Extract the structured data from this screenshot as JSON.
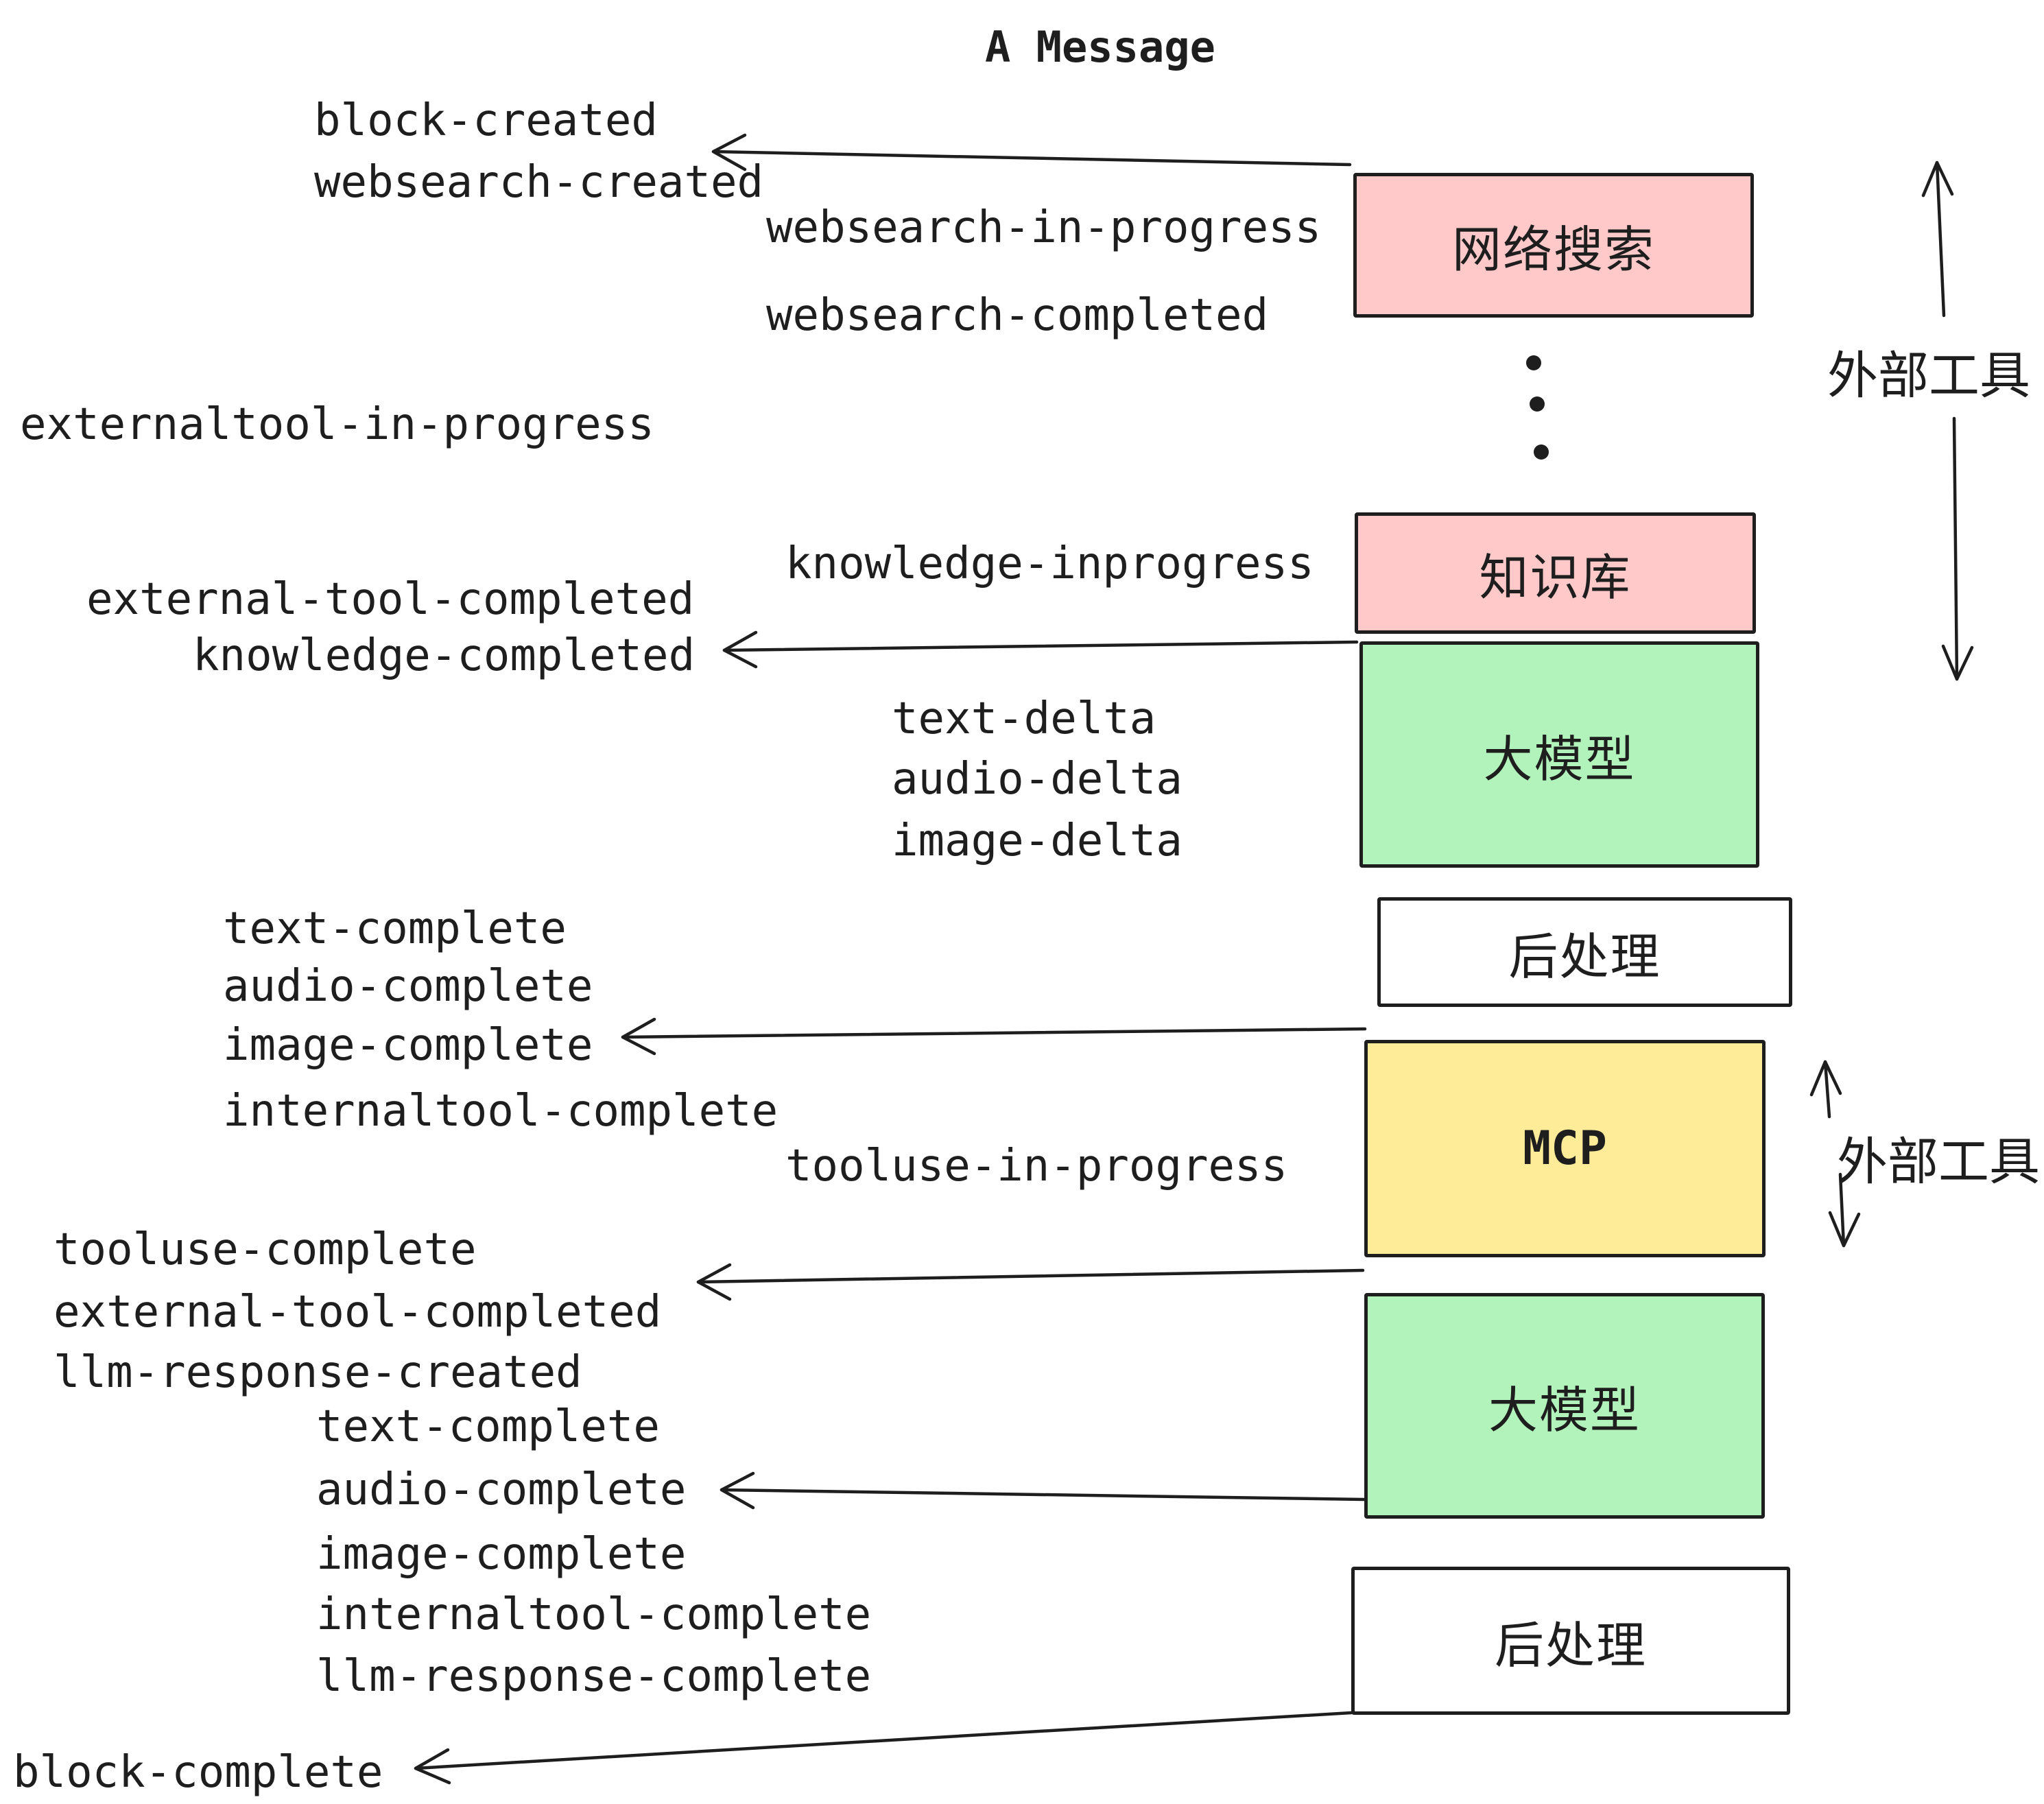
{
  "title": "A Message",
  "boxes": [
    {
      "id": "websearch",
      "label": "网络搜索",
      "color": "#ffc9c9"
    },
    {
      "id": "knowledge",
      "label": "知识库",
      "color": "#ffc9c9"
    },
    {
      "id": "llm-1",
      "label": "大模型",
      "color": "#b2f2bb"
    },
    {
      "id": "post-1",
      "label": "后处理",
      "color": "#ffffff"
    },
    {
      "id": "mcp",
      "label": "MCP",
      "color": "#ffec99"
    },
    {
      "id": "llm-2",
      "label": "大模型",
      "color": "#b2f2bb"
    },
    {
      "id": "post-2",
      "label": "后处理",
      "color": "#ffffff"
    }
  ],
  "side_labels": {
    "external_tool_top": "外部工具",
    "external_tool_bottom": "外部工具"
  },
  "events": [
    {
      "text": "block-created"
    },
    {
      "text": "websearch-created"
    },
    {
      "text": "websearch-in-progress"
    },
    {
      "text": "websearch-completed"
    },
    {
      "text": "externaltool-in-progress"
    },
    {
      "text": "knowledge-inprogress"
    },
    {
      "text": "external-tool-completed"
    },
    {
      "text": "knowledge-completed"
    },
    {
      "text": "text-delta"
    },
    {
      "text": "audio-delta"
    },
    {
      "text": "image-delta"
    },
    {
      "text": "text-complete"
    },
    {
      "text": "audio-complete"
    },
    {
      "text": "image-complete"
    },
    {
      "text": "internaltool-complete"
    },
    {
      "text": "tooluse-in-progress"
    },
    {
      "text": "tooluse-complete"
    },
    {
      "text": "external-tool-completed"
    },
    {
      "text": "llm-response-created"
    },
    {
      "text": "text-complete"
    },
    {
      "text": "audio-complete"
    },
    {
      "text": "image-complete"
    },
    {
      "text": "internaltool-complete"
    },
    {
      "text": "llm-response-complete"
    },
    {
      "text": "block-complete"
    }
  ],
  "colors": {
    "ink": "#1e1e1e",
    "pink": "#ffc9c9",
    "green": "#b2f2bb",
    "yellow": "#ffec99",
    "white": "#ffffff"
  }
}
